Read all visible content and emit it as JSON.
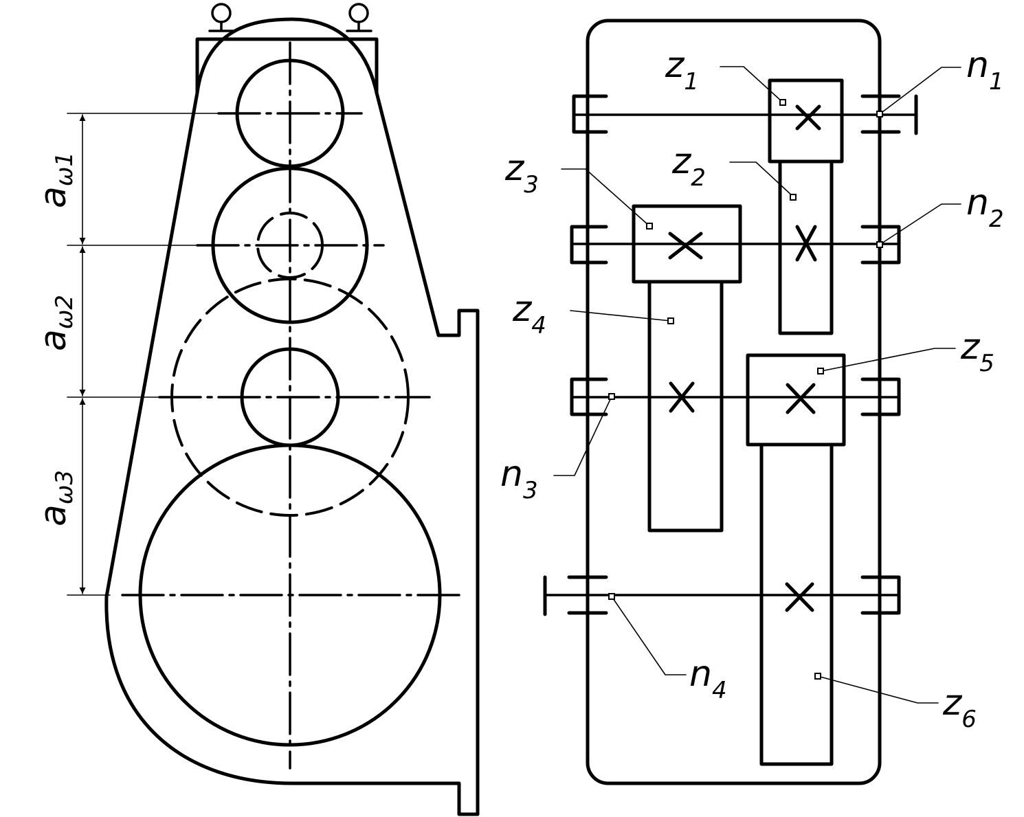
{
  "labels": {
    "aw1": {
      "main": "a",
      "sub": "ω1"
    },
    "aw2": {
      "main": "a",
      "sub": "ω2"
    },
    "aw3": {
      "main": "a",
      "sub": "ω3"
    },
    "z1": {
      "main": "z",
      "sub": "1"
    },
    "z2": {
      "main": "z",
      "sub": "2"
    },
    "z3": {
      "main": "z",
      "sub": "3"
    },
    "z4": {
      "main": "z",
      "sub": "4"
    },
    "z5": {
      "main": "z",
      "sub": "5"
    },
    "z6": {
      "main": "z",
      "sub": "6"
    },
    "n1": {
      "main": "n",
      "sub": "1"
    },
    "n2": {
      "main": "n",
      "sub": "2"
    },
    "n3": {
      "main": "n",
      "sub": "3"
    },
    "n4": {
      "main": "n",
      "sub": "4"
    }
  }
}
